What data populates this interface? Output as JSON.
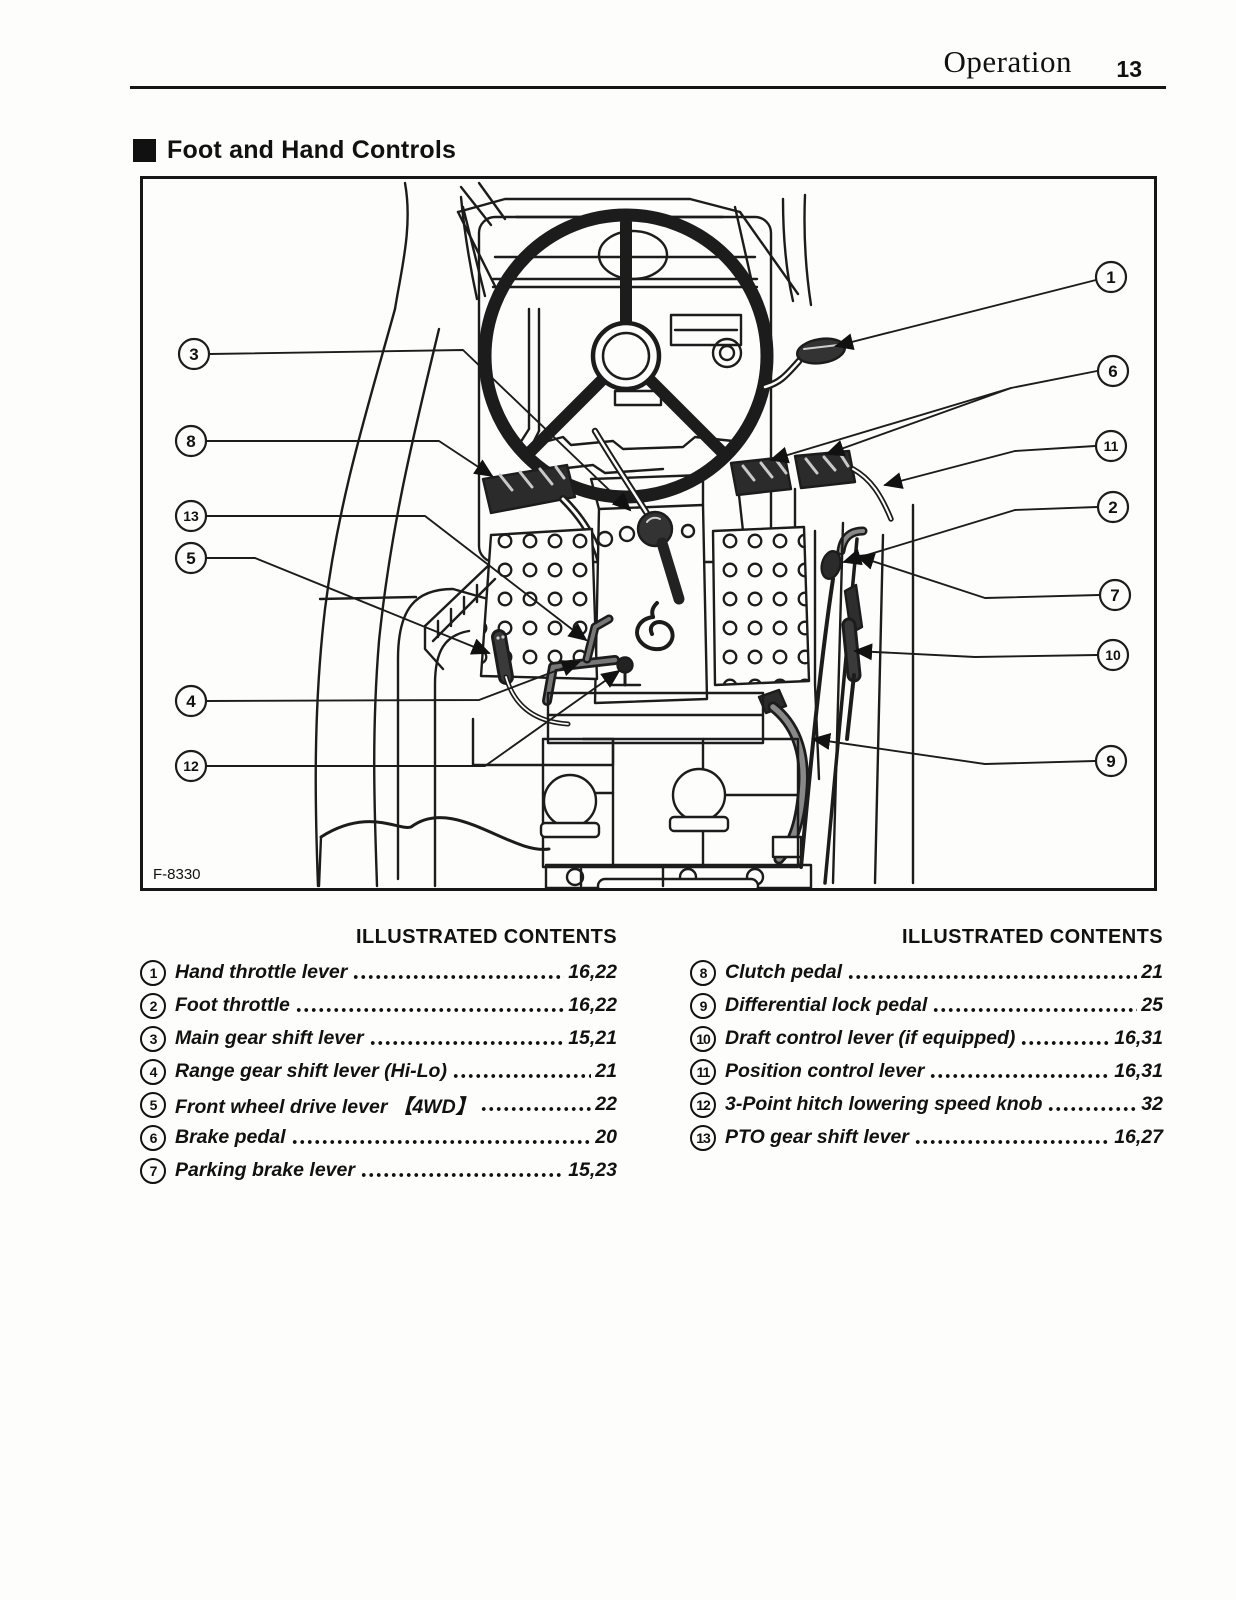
{
  "header": {
    "title": "Operation",
    "page_number": "13"
  },
  "section": {
    "title": "Foot and Hand Controls"
  },
  "figure": {
    "code": "F-8330",
    "callout_numbers": [
      "1",
      "2",
      "3",
      "4",
      "5",
      "6",
      "7",
      "8",
      "9",
      "10",
      "11",
      "12",
      "13"
    ]
  },
  "contents": {
    "left": {
      "heading": "ILLUSTRATED CONTENTS",
      "items": [
        {
          "num": "1",
          "label": "Hand throttle lever",
          "pages": "16,22"
        },
        {
          "num": "2",
          "label": "Foot throttle",
          "pages": "16,22"
        },
        {
          "num": "3",
          "label": "Main gear shift lever",
          "pages": "15,21"
        },
        {
          "num": "4",
          "label": "Range gear shift lever (Hi-Lo)",
          "pages": "21"
        },
        {
          "num": "5",
          "label": "Front wheel drive lever 【4WD】",
          "pages": "22"
        },
        {
          "num": "6",
          "label": "Brake pedal",
          "pages": "20"
        },
        {
          "num": "7",
          "label": "Parking brake lever",
          "pages": "15,23"
        }
      ]
    },
    "right": {
      "heading": "ILLUSTRATED CONTENTS",
      "items": [
        {
          "num": "8",
          "label": "Clutch pedal",
          "pages": "21"
        },
        {
          "num": "9",
          "label": "Differential lock pedal",
          "pages": "25"
        },
        {
          "num": "10",
          "label": "Draft control lever (if equipped)",
          "pages": "16,31"
        },
        {
          "num": "11",
          "label": "Position control lever",
          "pages": "16,31"
        },
        {
          "num": "12",
          "label": "3-Point hitch lowering speed knob",
          "pages": "32"
        },
        {
          "num": "13",
          "label": "PTO gear shift lever",
          "pages": "16,27"
        }
      ]
    }
  }
}
